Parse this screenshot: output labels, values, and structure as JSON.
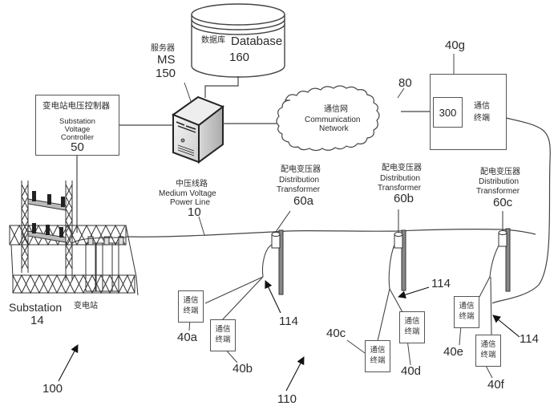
{
  "database": {
    "zh": "数据库",
    "en": "Database",
    "ref": "160"
  },
  "server": {
    "zh": "服务器",
    "en": "MS",
    "ref": "150"
  },
  "controller": {
    "zh": "变电站电压控制器",
    "en_line1": "Substation",
    "en_line2": "Voltage",
    "en_line3": "Controller",
    "ref": "50"
  },
  "network": {
    "zh": "通信网",
    "en_line1": "Communication",
    "en_line2": "Network",
    "ref": "80"
  },
  "gateway_terminal": {
    "ref": "40g",
    "module_ref": "300",
    "zh_line1": "通信",
    "zh_line2": "终端"
  },
  "power_line": {
    "zh": "中压线路",
    "en_line1": "Medium Voltage",
    "en_line2": "Power Line",
    "ref": "10"
  },
  "substation": {
    "en": "Substation",
    "zh": "变电站",
    "ref": "14"
  },
  "transformers": [
    {
      "zh": "配电变压器",
      "en_line1": "Distribution",
      "en_line2": "Transformer",
      "ref": "60a"
    },
    {
      "zh": "配电变压器",
      "en_line1": "Distribution",
      "en_line2": "Transformer",
      "ref": "60b"
    },
    {
      "zh": "配电变压器",
      "en_line1": "Distribution",
      "en_line2": "Transformer",
      "ref": "60c"
    }
  ],
  "terminals": [
    {
      "ref": "40a",
      "zh_line1": "通信",
      "zh_line2": "终端"
    },
    {
      "ref": "40b",
      "zh_line1": "通信",
      "zh_line2": "终端"
    },
    {
      "ref": "40c",
      "zh_line1": "通信",
      "zh_line2": "终端"
    },
    {
      "ref": "40d",
      "zh_line1": "通信",
      "zh_line2": "终端"
    },
    {
      "ref": "40e",
      "zh_line1": "通信",
      "zh_line2": "终端"
    },
    {
      "ref": "40f",
      "zh_line1": "通信",
      "zh_line2": "终端"
    }
  ],
  "service_drop_refs": [
    "114",
    "114",
    "114"
  ],
  "system_refs": {
    "overall": "100",
    "low_voltage": "110"
  },
  "colors": {
    "line": "#444444",
    "box_border": "#555555",
    "server_body": "#e6e6e6",
    "insulator": "#222222"
  }
}
